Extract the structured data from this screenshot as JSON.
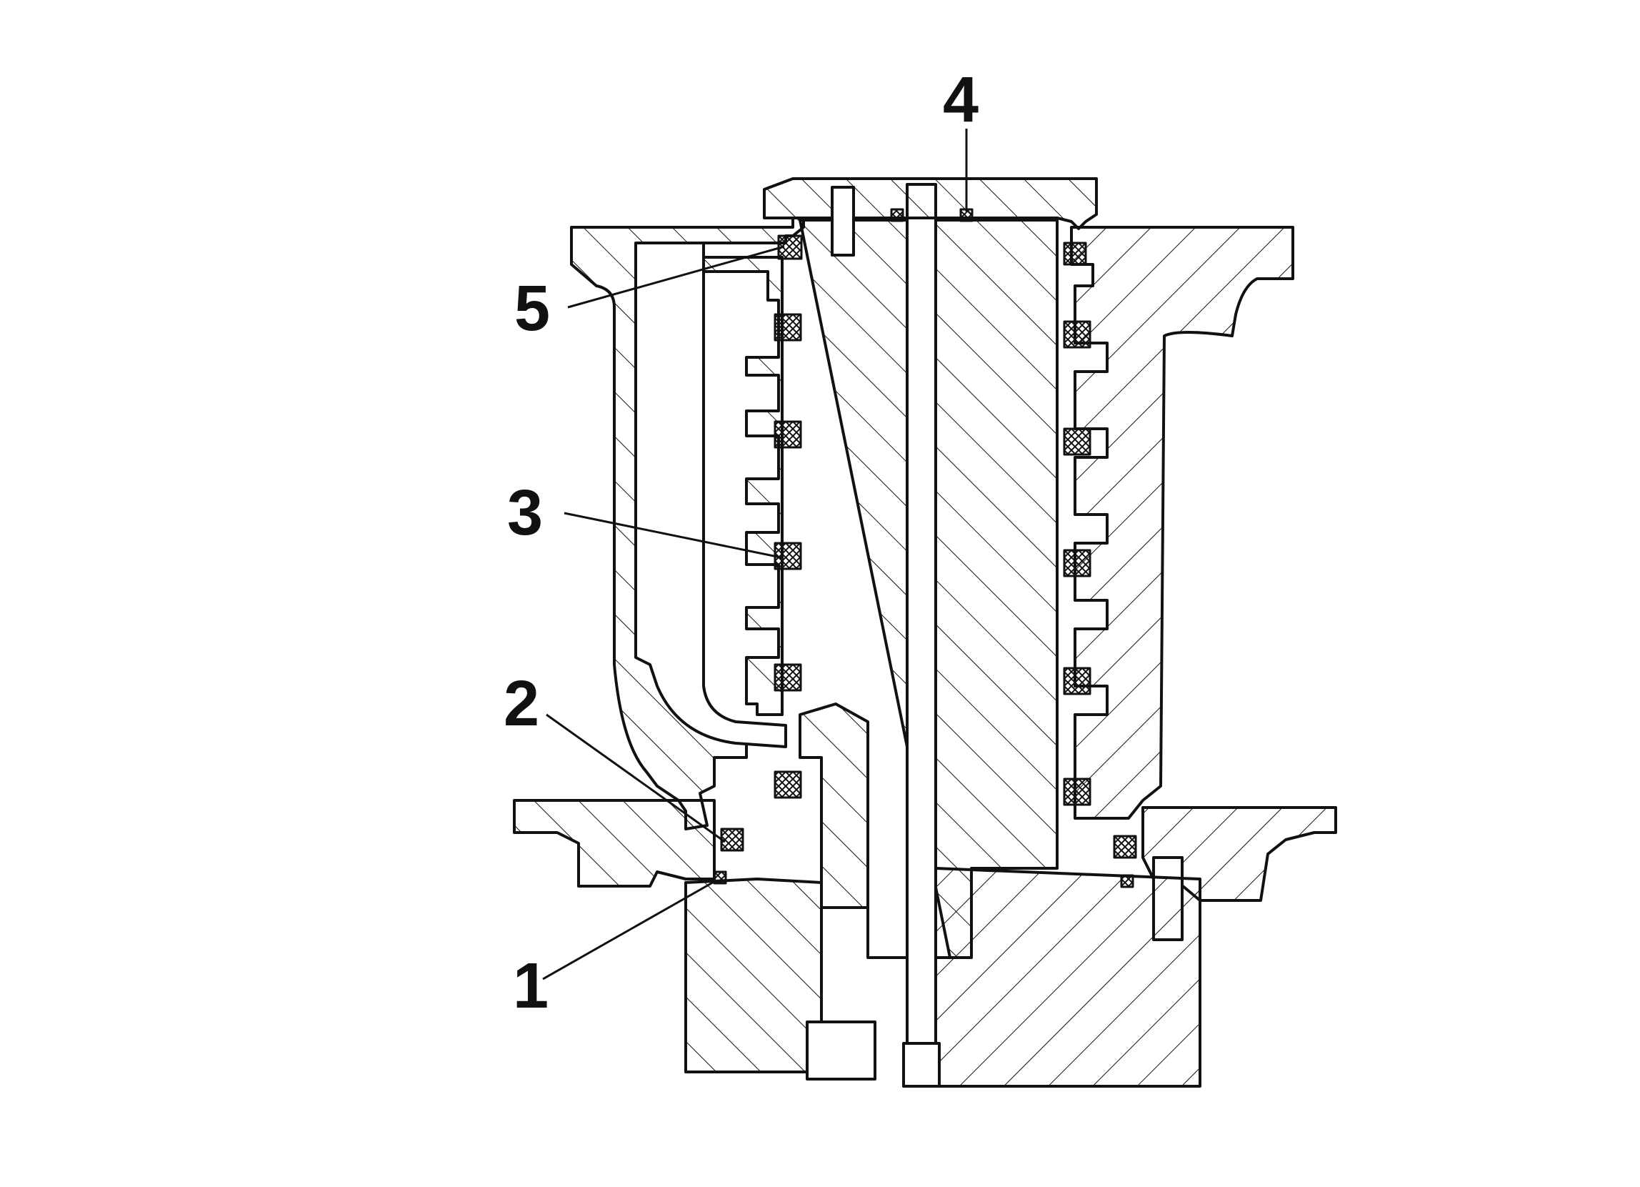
{
  "figure": {
    "callouts": [
      {
        "id": "1",
        "label": "1"
      },
      {
        "id": "2",
        "label": "2"
      },
      {
        "id": "3",
        "label": "3"
      },
      {
        "id": "4",
        "label": "4"
      },
      {
        "id": "5",
        "label": "5"
      }
    ]
  },
  "colors": {
    "background": "#ffffff",
    "ink": "#111111",
    "fill": "#ffffff"
  }
}
